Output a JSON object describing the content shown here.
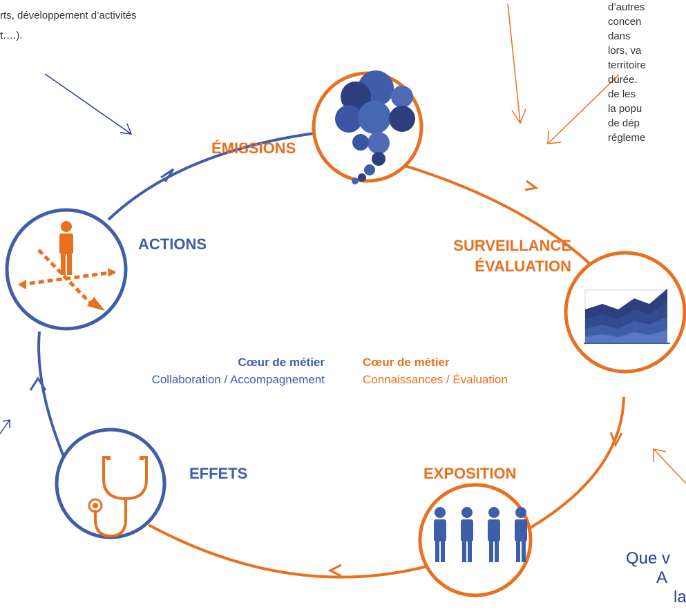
{
  "top_left_text": {
    "line1": "rts,  développement  d’activités",
    "line2": "t….)."
  },
  "top_right_text": {
    "lines": [
      "d’autres",
      "concen",
      "dans",
      "lors,  va",
      "territoire",
      "durée.",
      "de les",
      "la popu",
      "de dép",
      "régleme"
    ]
  },
  "nodes": {
    "emissions": {
      "label": "ÉMISSIONS",
      "icon": "cloud-bubbles-icon"
    },
    "surveillance": {
      "label_line1": "SURVEILLANCE",
      "label_line2": "ÉVALUATION",
      "icon": "area-chart-icon"
    },
    "exposition": {
      "label": "EXPOSITION",
      "icon": "people-icon"
    },
    "effets": {
      "label": "EFFETS",
      "icon": "stethoscope-icon"
    },
    "actions": {
      "label": "ACTIONS",
      "icon": "person-crossroads-icon"
    }
  },
  "core": {
    "left": {
      "title": "Cœur de métier",
      "subtitle": "Collaboration / Accompagnement"
    },
    "right": {
      "title": "Cœur de métier",
      "subtitle": "Connaissances / Évaluation"
    }
  },
  "bottom_right_text": {
    "line1": "Que v",
    "line2": "A",
    "line3": "la"
  },
  "colors": {
    "blue": "#3f5ea8",
    "orange": "#e8701e",
    "navy": "#2a3b96",
    "dark_blue": "#2d3f7d"
  }
}
